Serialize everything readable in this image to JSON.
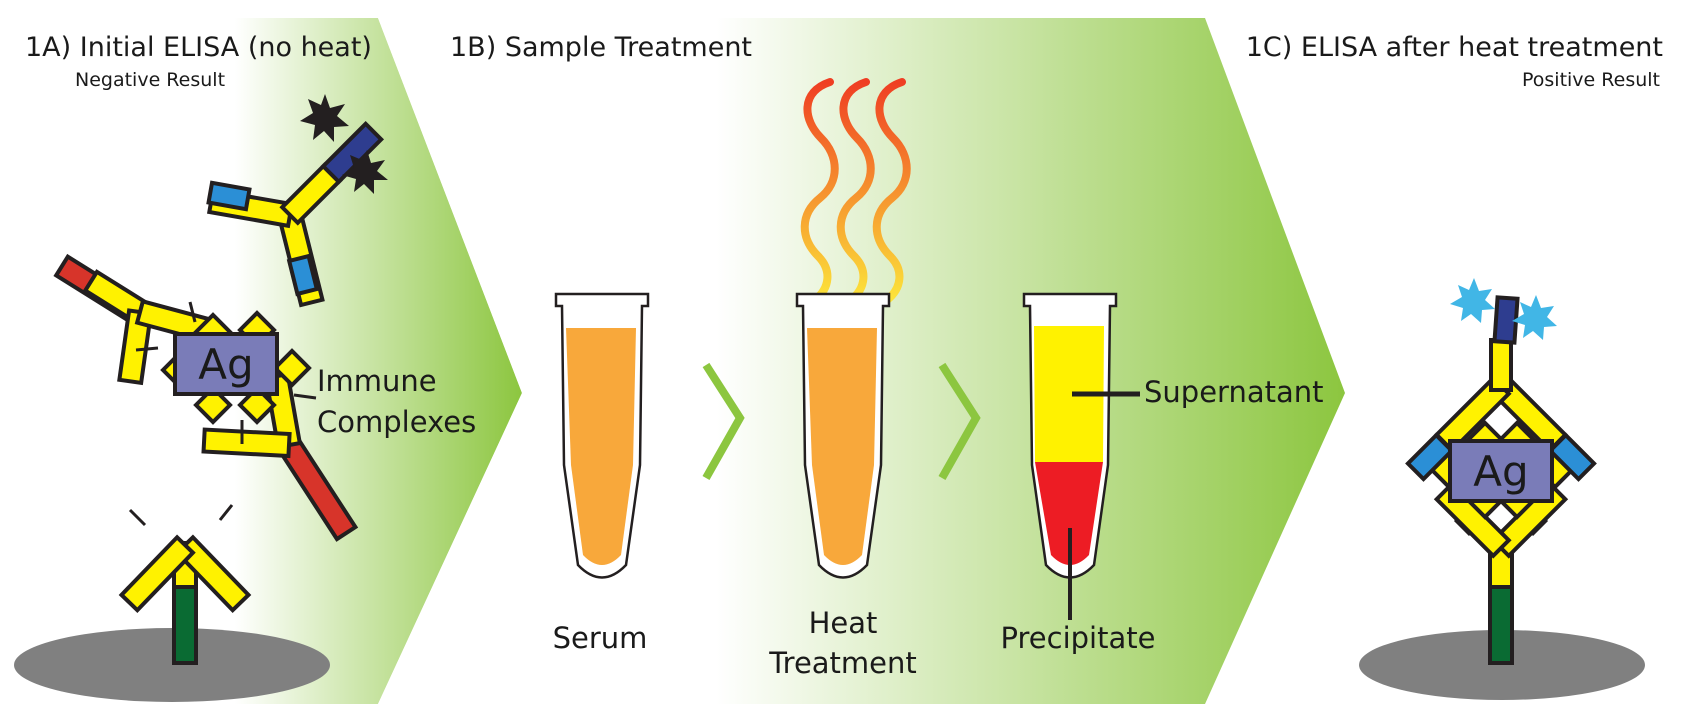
{
  "panels": {
    "a": {
      "title": "1A) Initial ELISA (no heat)",
      "result": "Negative Result",
      "complex_label_1": "Immune",
      "complex_label_2": "Complexes"
    },
    "b": {
      "title": "1B) Sample Treatment",
      "tube_1": "Serum",
      "tube_2_line_1": "Heat",
      "tube_2_line_2": "Treatment",
      "supernatant": "Supernatant",
      "precipitate": "Precipitate"
    },
    "c": {
      "title": "1C) ELISA after heat treatment",
      "result": "Positive Result"
    }
  },
  "antigen_label": "Ag",
  "colors": {
    "gradient_green": "#8cc63f",
    "antibody_yellow": "#fff200",
    "capture_green": "#0a6b33",
    "heavy_chain_red": "#d7342a",
    "light_blue": "#2b8fd6",
    "detection_navy": "#2e3d8f",
    "antigen_purple": "#7a7cb8",
    "serum_orange": "#f8a83b",
    "supernatant_yellow": "#fff200",
    "precipitate_red": "#ed1c24",
    "signal_dark": "#231f20",
    "signal_bright": "#41b6e6",
    "plate_grey": "#808080"
  }
}
